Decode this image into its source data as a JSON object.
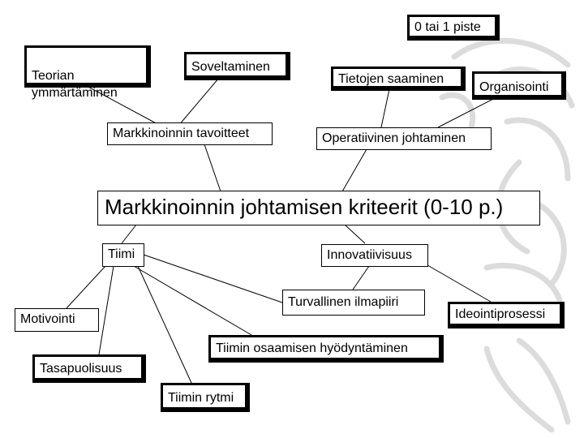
{
  "diagram": {
    "title": "Markkinoinnin johtamisen kriteerit (0-10 p.)",
    "score_note": "0 tai 1 piste",
    "nodes": {
      "teorian": "Teorian\nymmärtäminen",
      "soveltaminen": "Soveltaminen",
      "tietojen": "Tietojen saaminen",
      "organisointi": "Organisointi",
      "markkinoinnin_tavoitteet": "Markkinoinnin tavoitteet",
      "operatiivinen": "Operatiivinen johtaminen",
      "tiimi": "Tiimi",
      "innovatiivisuus": "Innovatiivisuus",
      "turvallinen": "Turvallinen ilmapiiri",
      "ideointiprosessi": "Ideointiprosessi",
      "motivointi": "Motivointi",
      "tiimin_osaaminen": "Tiimin osaamisen hyödyntäminen",
      "tasapuolisuus": "Tasapuolisuus",
      "tiimin_rytmi": "Tiimin rytmi"
    }
  }
}
